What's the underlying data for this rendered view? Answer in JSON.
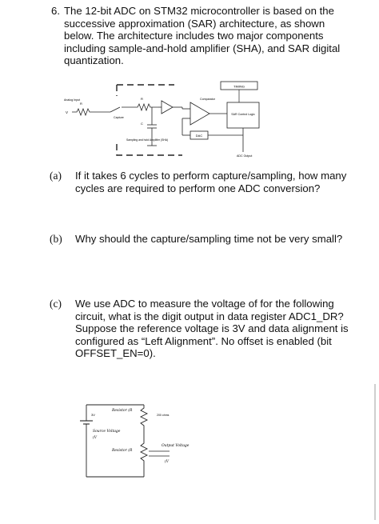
{
  "question": {
    "number": "6.",
    "intro": "The 12-bit ADC on STM32 microcontroller is based on the successive approximation (SAR) architecture, as shown below. The architecture includes two major components including sample-and-hold amplifier (SHA), and SAR digital quantization."
  },
  "sar_figure": {
    "labels": {
      "analog_input": "Analog Input",
      "vin": "V",
      "r_in": "R",
      "r_adc": "R",
      "capture": "Capture",
      "cadc": "C",
      "comparator": "Comparator",
      "timing": "TIMING",
      "sar_logic": "SAR Control Logic",
      "dac": "DAC",
      "sha": "Sampling and hold Amplifier (SHA)",
      "adc_output": "ADC Output"
    }
  },
  "parts": [
    {
      "label": "(a)",
      "text": "If it takes 6 cycles to perform capture/sampling, how many cycles are required to perform one ADC conversion?"
    },
    {
      "label": "(b)",
      "text": "Why should the capture/sampling time not be very small?"
    },
    {
      "label": "(c)",
      "text": "We use ADC to measure the voltage of for the following circuit, what is the digit output in data register ADC1_DR? Suppose the reference voltage is 3V and data alignment is configured as “Left Alignment”. No offset is enabled (bit OFFSET_EN=0)."
    }
  ],
  "divider_figure": {
    "labels": {
      "source_voltage": "Source Voltage",
      "source_sym": "(V",
      "source_value": "3V",
      "resistor_1": "Resistor (R",
      "resistor_1_value": "200 ohms",
      "resistor_2": "Resistor (R",
      "output_voltage": "Output Voltage",
      "output_sym": "(V"
    }
  }
}
